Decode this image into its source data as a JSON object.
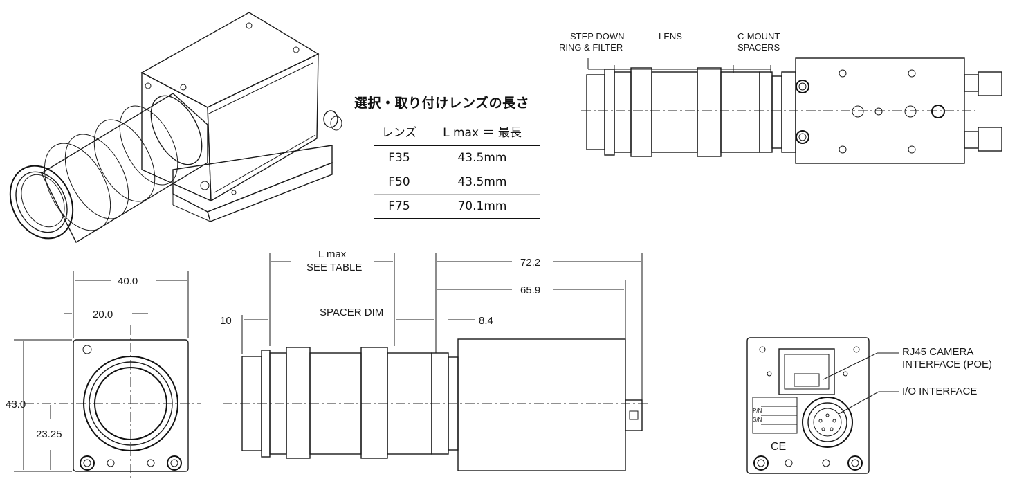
{
  "table": {
    "title": "選択・取り付けレンズの長さ",
    "headers": [
      "レンズ",
      "L max ＝ 最長"
    ],
    "rows": [
      {
        "lens": "F35",
        "lmax": "43.5mm"
      },
      {
        "lens": "F50",
        "lmax": "43.5mm"
      },
      {
        "lens": "F75",
        "lmax": "70.1mm"
      }
    ]
  },
  "top_view_labels": {
    "step_down_1": "STEP DOWN",
    "step_down_2": "RING & FILTER",
    "lens": "LENS",
    "cmount_1": "C-MOUNT",
    "cmount_2": "SPACERS"
  },
  "front_view": {
    "width": "40.0",
    "half_width": "20.0",
    "height": "43.0",
    "center_height": "23.25"
  },
  "side_view": {
    "lmax_1": "L max",
    "lmax_2": "SEE TABLE",
    "overall": "72.2",
    "body": "65.9",
    "spacer": "SPACER DIM",
    "ten": "10",
    "mount": "8.4"
  },
  "rear_view": {
    "rj45_1": "RJ45 CAMERA",
    "rj45_2": "INTERFACE (POE)",
    "io": "I/O INTERFACE",
    "pn": "P/N",
    "sn": "S/N",
    "ce": "CE"
  }
}
